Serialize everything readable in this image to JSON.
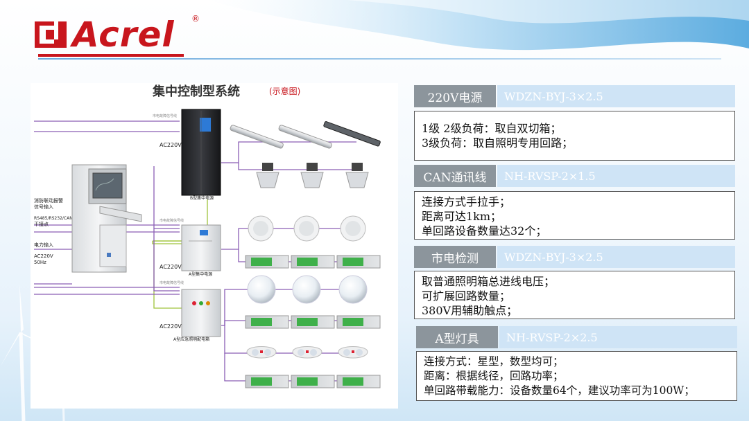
{
  "logo": {
    "text": "Acrel",
    "reg": "®"
  },
  "diagram": {
    "title": "集中控制型系统",
    "subtitle": "(示意图)",
    "labels": {
      "ac220_1": "AC220V",
      "ac220_2": "AC220V",
      "ac220_3": "AC220V",
      "ac220_50": "AC220V",
      "hz": "50Hz",
      "fire_input_1": "消防联动报警",
      "fire_input_2": "信号输入",
      "rs485_1": "RS485/RS232/CAN",
      "rs485_2": "干接点",
      "power_input": "电力输入",
      "b_type": "B型集中电源",
      "a_type": "A型集中电源",
      "a_box": "A型应急照明配电箱",
      "mains_1": "市电故障信号线",
      "mains_2": "市电故障信号线",
      "mains_3": "市电故障信号线"
    }
  },
  "specs": [
    {
      "label": "220V电源",
      "value": "WDZN-BYJ-3×2.5",
      "lines": [
        "1级 2级负荷：取自双切箱；",
        "3级负荷：取自照明专用回路；"
      ]
    },
    {
      "label": "CAN通讯线",
      "value": "NH-RVSP-2×1.5",
      "lines": [
        "连接方式手拉手；",
        "距离可达1km；",
        "单回路设备数量达32个；"
      ]
    },
    {
      "label": "市电检测",
      "value": "WDZN-BYJ-3×2.5",
      "lines": [
        "取普通照明箱总进线电压；",
        "可扩展回路数量；",
        "380V用辅助触点；"
      ]
    },
    {
      "label": "A型灯具",
      "value": "NH-RVSP-2×2.5",
      "lines": [
        "连接方式：星型，数型均可；",
        "距离：根据线径，回路功率；",
        "单回路带载能力：设备数量64个，建议功率可为100W；"
      ]
    }
  ],
  "colors": {
    "brand_red": "#c8161d",
    "label_gray": "#8c959c",
    "value_blue": "#cfe4f6",
    "wire_purple": "#8a5db5",
    "wire_green": "#9fc43a"
  }
}
